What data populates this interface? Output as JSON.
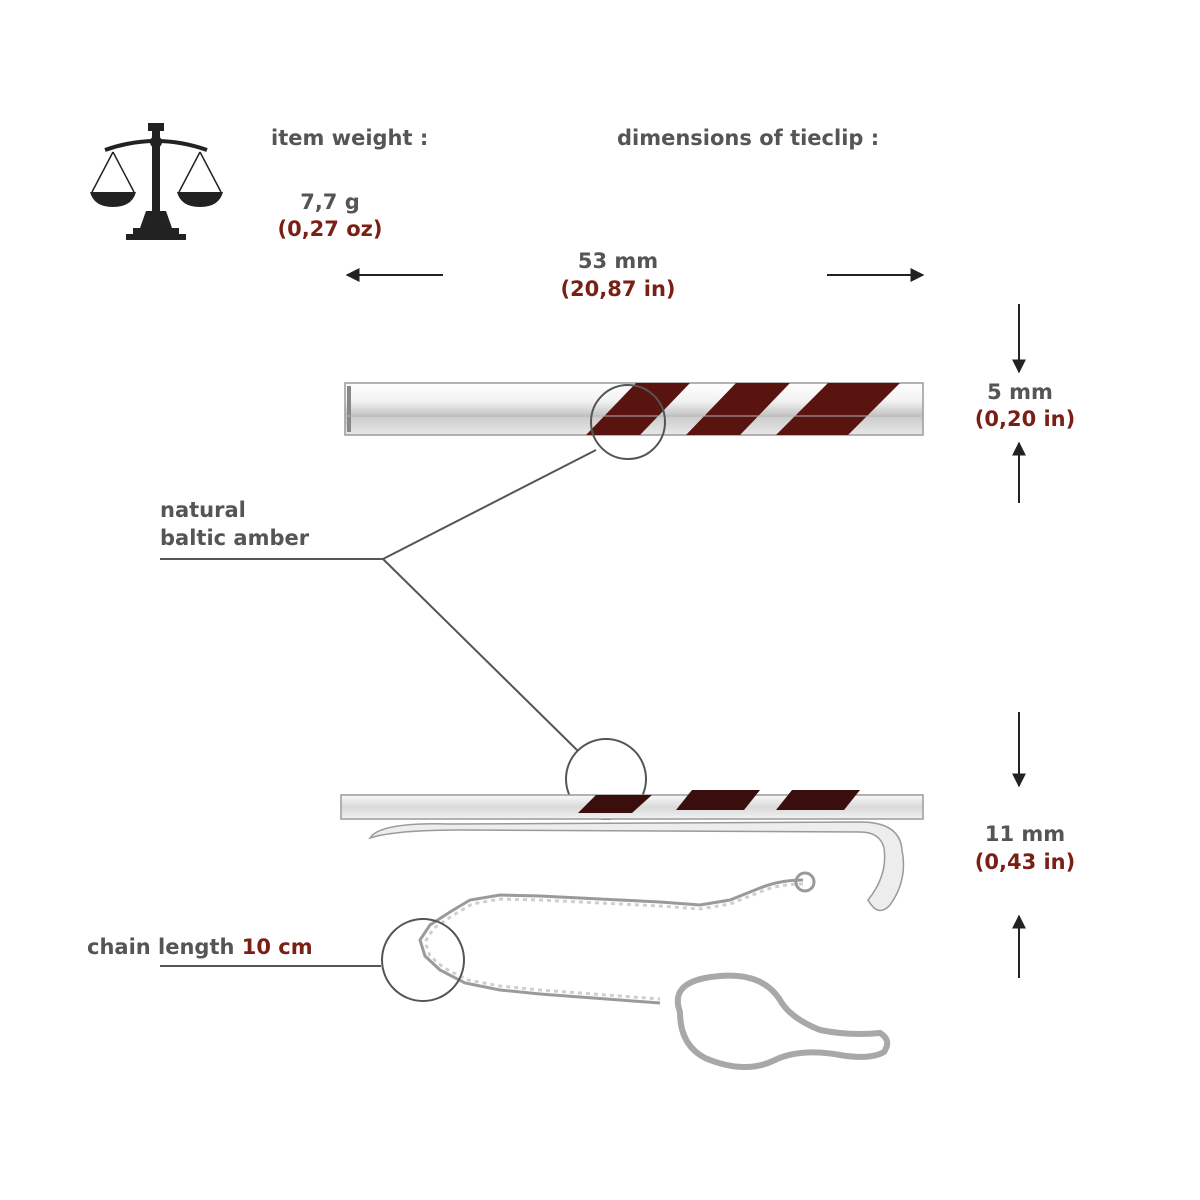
{
  "colors": {
    "text": "#555555",
    "accent": "#7a1f14",
    "amber": "#5a1410",
    "silver": "#e6e6e6",
    "line": "#555555"
  },
  "icons": {
    "scale": "scale-icon"
  },
  "weight": {
    "heading": "item weight :",
    "metric": "7,7 g",
    "imperial": "(0,27 oz)"
  },
  "dimensions": {
    "heading": "dimensions of tieclip :",
    "length": {
      "metric": "53 mm",
      "imperial": "(20,87 in)"
    },
    "bar_height": {
      "metric": "5 mm",
      "imperial": "(0,20 in)"
    },
    "clip_height": {
      "metric": "11 mm",
      "imperial": "(0,43 in)"
    }
  },
  "callouts": {
    "amber_line1": "natural",
    "amber_line2": "baltic amber",
    "chain_prefix": "chain length",
    "chain_value": "10 cm"
  }
}
